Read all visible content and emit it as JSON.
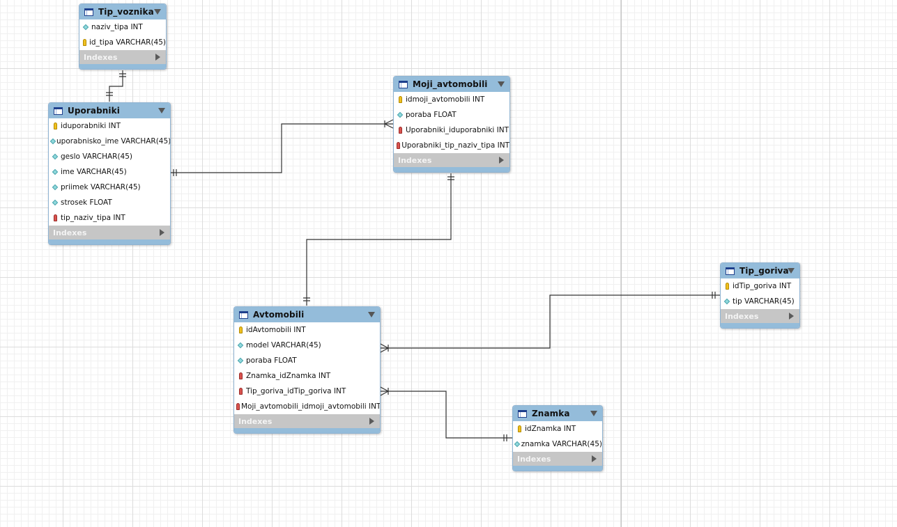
{
  "diagram": {
    "entities": {
      "tip_voznika": {
        "name": "Tip_voznika",
        "columns": [
          {
            "text": "naziv_tipa INT",
            "key": "none"
          },
          {
            "text": "id_tipa VARCHAR(45)",
            "key": "pk"
          }
        ],
        "indexes_label": "Indexes"
      },
      "uporabniki": {
        "name": "Uporabniki",
        "columns": [
          {
            "text": "iduporabniki INT",
            "key": "pk"
          },
          {
            "text": "uporabnisko_ime VARCHAR(45)",
            "key": "none"
          },
          {
            "text": "geslo VARCHAR(45)",
            "key": "none"
          },
          {
            "text": "ime VARCHAR(45)",
            "key": "none"
          },
          {
            "text": "priimek VARCHAR(45)",
            "key": "none"
          },
          {
            "text": "strosek FLOAT",
            "key": "none"
          },
          {
            "text": "tip_naziv_tipa INT",
            "key": "fk"
          }
        ],
        "indexes_label": "Indexes"
      },
      "moji_avtomobili": {
        "name": "Moji_avtomobili",
        "columns": [
          {
            "text": "idmoji_avtomobili INT",
            "key": "pk"
          },
          {
            "text": "poraba FLOAT",
            "key": "none"
          },
          {
            "text": "Uporabniki_iduporabniki INT",
            "key": "fk"
          },
          {
            "text": "Uporabniki_tip_naziv_tipa INT",
            "key": "fk"
          }
        ],
        "indexes_label": "Indexes"
      },
      "avtomobili": {
        "name": "Avtomobili",
        "columns": [
          {
            "text": "idAvtomobili INT",
            "key": "pk"
          },
          {
            "text": "model VARCHAR(45)",
            "key": "none"
          },
          {
            "text": "poraba FLOAT",
            "key": "none"
          },
          {
            "text": "Znamka_idZnamka INT",
            "key": "fk"
          },
          {
            "text": "Tip_goriva_idTip_goriva INT",
            "key": "fk"
          },
          {
            "text": "Moji_avtomobili_idmoji_avtomobili INT",
            "key": "fk"
          }
        ],
        "indexes_label": "Indexes"
      },
      "tip_goriva": {
        "name": "Tip_goriva",
        "columns": [
          {
            "text": "idTip_goriva INT",
            "key": "pk"
          },
          {
            "text": "tip VARCHAR(45)",
            "key": "none"
          }
        ],
        "indexes_label": "Indexes"
      },
      "znamka": {
        "name": "Znamka",
        "columns": [
          {
            "text": "idZnamka INT",
            "key": "pk"
          },
          {
            "text": "znamka VARCHAR(45)",
            "key": "none"
          }
        ],
        "indexes_label": "Indexes"
      }
    },
    "relationships": [
      {
        "from": "Tip_voznika",
        "to": "Uporabniki",
        "from_card": "one",
        "to_card": "one"
      },
      {
        "from": "Uporabniki",
        "to": "Moji_avtomobili",
        "from_card": "one",
        "to_card": "many"
      },
      {
        "from": "Moji_avtomobili",
        "to": "Avtomobili",
        "from_card": "one",
        "to_card": "one"
      },
      {
        "from": "Tip_goriva",
        "to": "Avtomobili",
        "from_card": "one",
        "to_card": "many"
      },
      {
        "from": "Znamka",
        "to": "Avtomobili",
        "from_card": "one",
        "to_card": "many"
      }
    ]
  },
  "colors": {
    "header": "#94bcda",
    "indexes_bar": "#c6c6c6",
    "connector": "#333333",
    "grid_major": "#dcdcdc",
    "grid_minor": "#f0f0f0"
  },
  "icons": {
    "table": "table-icon",
    "primary_key": "key-icon",
    "foreign_key": "foreign-key-icon",
    "column": "diamond-icon",
    "collapse": "triangle-down-icon",
    "expand": "triangle-right-icon"
  }
}
